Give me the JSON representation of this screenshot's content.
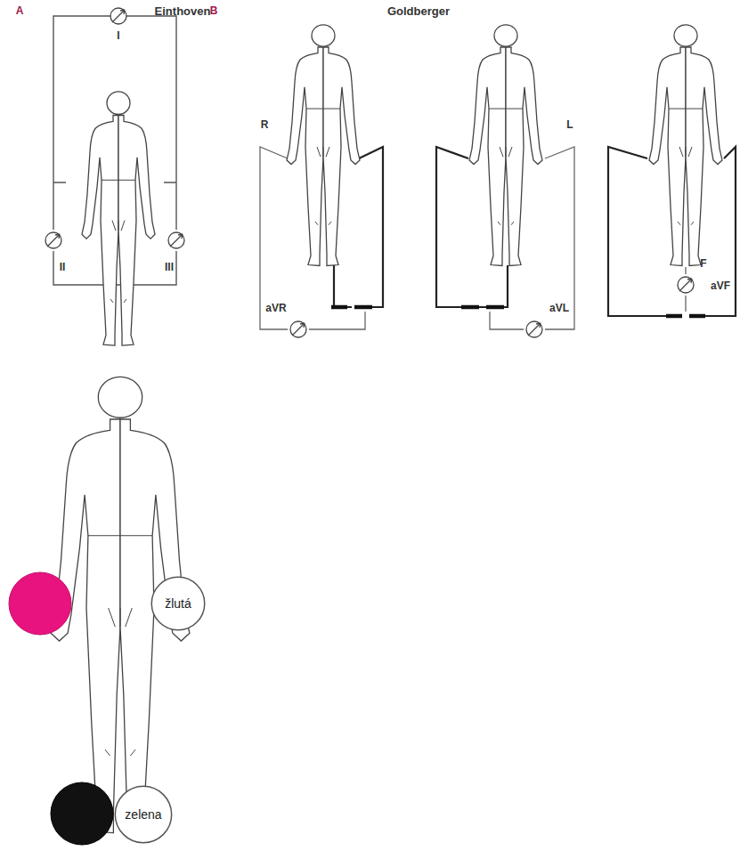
{
  "diagram": {
    "nodes": [
      {
        "text": [
          "žlutá"
        ]
      },
      {
        "text": [
          "zelena"
        ]
      }
    ],
    "labels": [
      "A",
      "Einthoven",
      "I",
      "II",
      "III",
      "B",
      "Goldberger",
      "R",
      "aVR",
      "L",
      "aVL",
      "F",
      "aVF"
    ]
  }
}
